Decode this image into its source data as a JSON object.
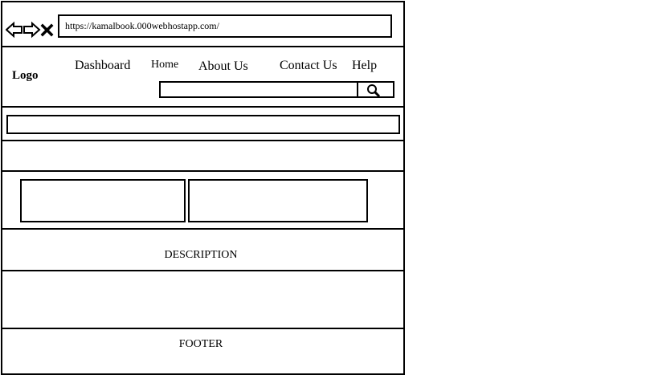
{
  "browser": {
    "url": "https://kamalbook.000webhostapp.com/",
    "icons": [
      "back-arrow-icon",
      "forward-arrow-icon",
      "close-icon"
    ]
  },
  "header": {
    "logo": "Logo",
    "nav": {
      "dashboard": "Dashboard",
      "home": "Home",
      "about": "About Us",
      "contact": "Contact Us",
      "help": "Help"
    },
    "search": {
      "placeholder": "",
      "icon": "search-icon"
    }
  },
  "sections": {
    "description": "DESCRIPTION",
    "footer": "FOOTER"
  }
}
